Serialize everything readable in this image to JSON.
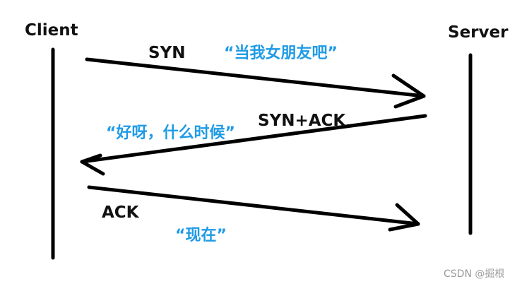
{
  "labels": {
    "client": "Client",
    "server": "Server",
    "syn": "SYN",
    "syn_ack": "SYN+ACK",
    "ack": "ACK",
    "quote_1": "“当我女朋友吧”",
    "quote_2": "“好呀，什么时候”",
    "quote_3": "“现在”"
  },
  "watermark": "CSDN @掘根",
  "colors": {
    "line": "#000000",
    "text": "#111111",
    "quote": "#1f9be6",
    "background": "#ffffff"
  }
}
